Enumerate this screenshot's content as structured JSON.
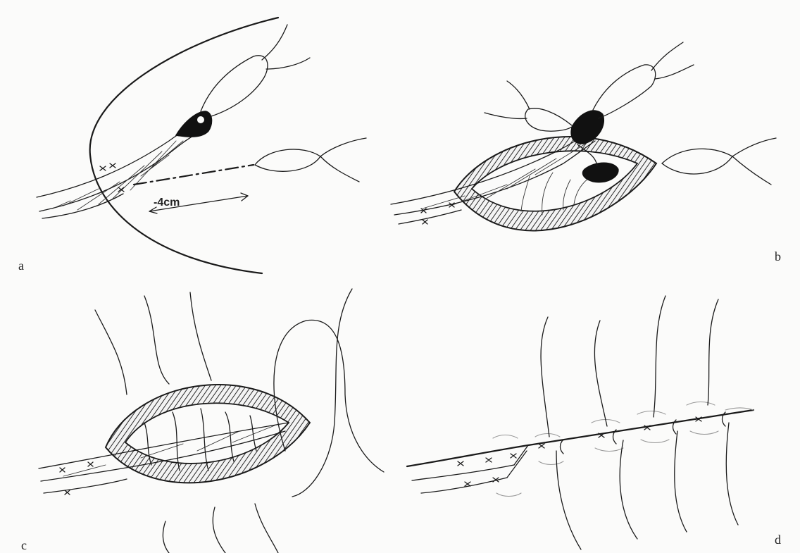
{
  "figure": {
    "panels": [
      {
        "id": "a",
        "label": "a"
      },
      {
        "id": "b",
        "label": "b"
      },
      {
        "id": "c",
        "label": "c"
      },
      {
        "id": "d",
        "label": "d"
      }
    ],
    "measurement_label": "-4cm",
    "colors": {
      "ink": "#1a1a1a",
      "paper": "#fbfbfa",
      "hatch": "#2a2a2a"
    }
  }
}
